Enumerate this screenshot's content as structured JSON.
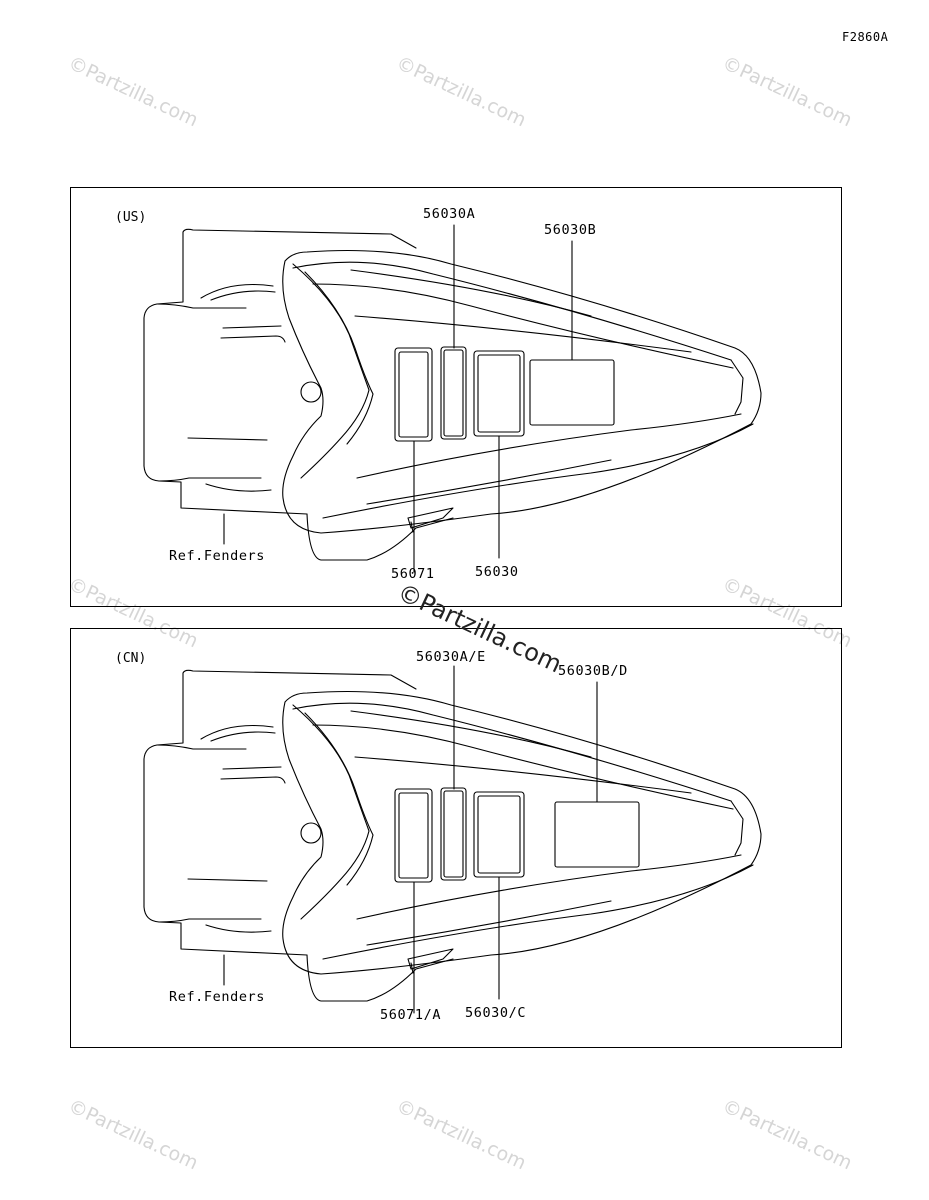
{
  "figure_code": "F2860A",
  "watermark": "©Partzilla.com",
  "panels": [
    {
      "region": "(US)",
      "labels": {
        "a": "56030A",
        "b": "56030B",
        "c": "56071",
        "d": "56030",
        "ref": "Ref.Fenders"
      }
    },
    {
      "region": "(CN)",
      "labels": {
        "a": "56030A/E",
        "b": "56030B/D",
        "c": "56071/A",
        "d": "56030/C",
        "ref": "Ref.Fenders"
      }
    }
  ]
}
